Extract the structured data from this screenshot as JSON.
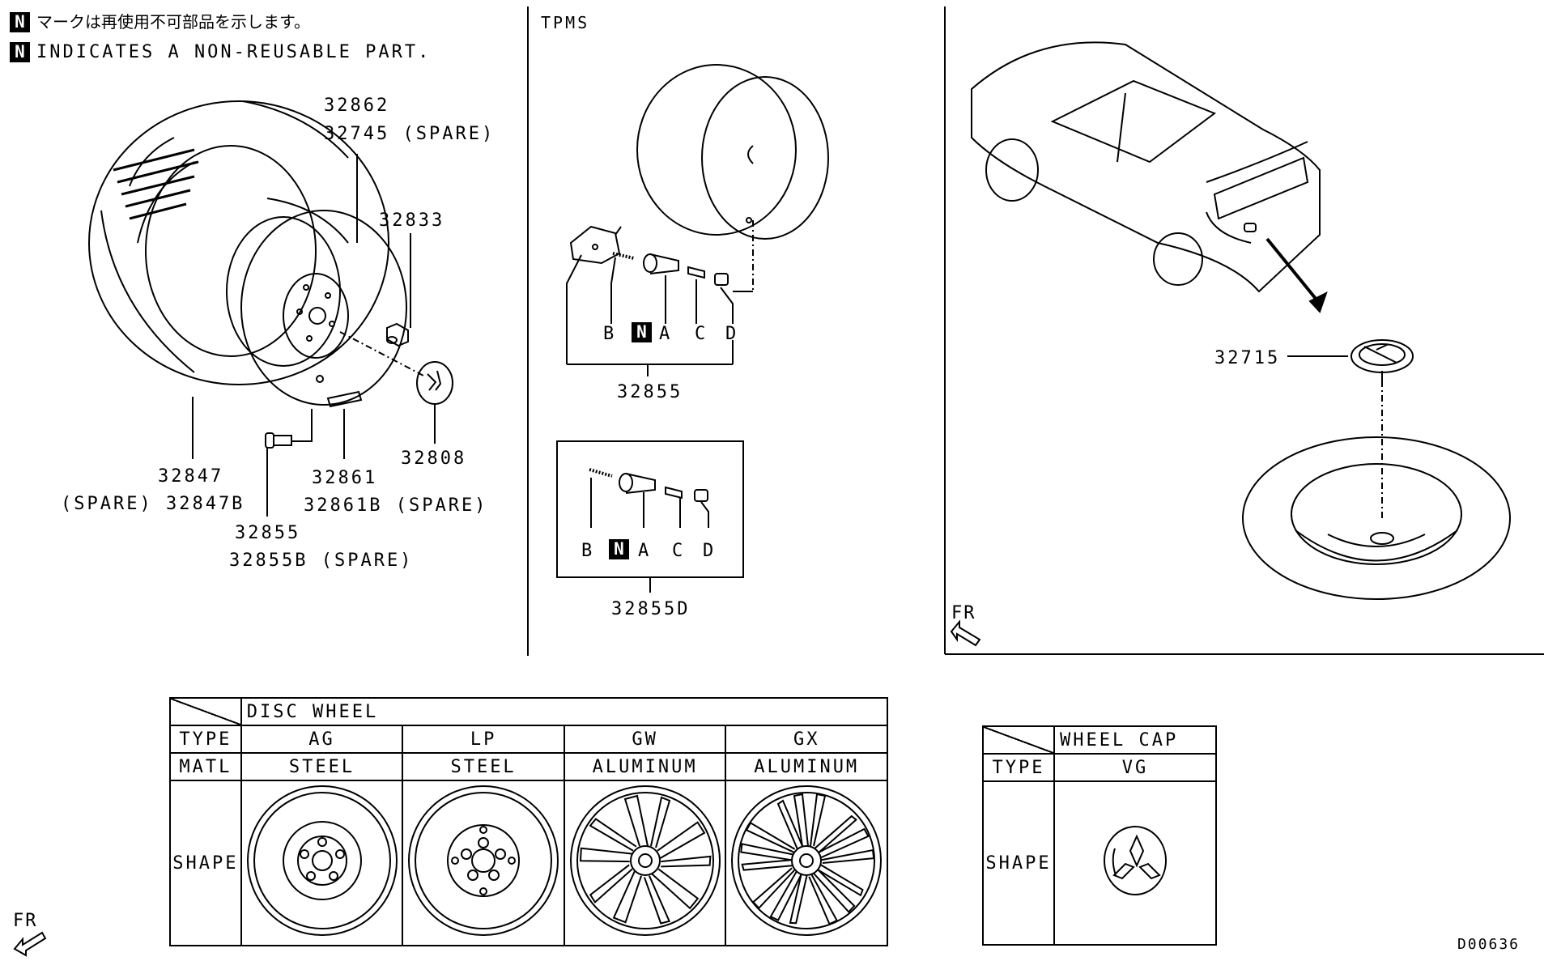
{
  "notice": {
    "mark": "N",
    "jp": "マークは再使用不可部品を示します。",
    "en": "INDICATES A NON-REUSABLE PART."
  },
  "sections": {
    "tpms_title": "TPMS"
  },
  "labels": {
    "p32862": "32862",
    "p32745": "32745 (SPARE)",
    "p32833": "32833",
    "p32808": "32808",
    "p32847": "32847",
    "p32847b": "(SPARE) 32847B",
    "p32861": "32861",
    "p32861b": "32861B (SPARE)",
    "p32855": "32855",
    "p32855b": "32855B (SPARE)",
    "tpms_32855": "32855",
    "tpms_32855d": "32855D",
    "p32715": "32715",
    "a": "A",
    "b": "B",
    "c": "C",
    "d": "D",
    "n": "N",
    "fr": "FR",
    "code": "D00636"
  },
  "disc_wheel_table": {
    "title": "DISC WHEEL",
    "row_type": "TYPE",
    "row_matl": "MATL",
    "row_shape": "SHAPE",
    "columns": [
      {
        "type": "AG",
        "matl": "STEEL",
        "icon": "steel-wheel-icon"
      },
      {
        "type": "LP",
        "matl": "STEEL",
        "icon": "steel-wheel-icon"
      },
      {
        "type": "GW",
        "matl": "ALUMINUM",
        "icon": "alloy-wheel-icon"
      },
      {
        "type": "GX",
        "matl": "ALUMINUM",
        "icon": "alloy-wheel-icon"
      }
    ]
  },
  "wheel_cap_table": {
    "title": "WHEEL CAP",
    "row_type": "TYPE",
    "row_shape": "SHAPE",
    "type": "VG",
    "icon": "wheel-cap-icon"
  }
}
